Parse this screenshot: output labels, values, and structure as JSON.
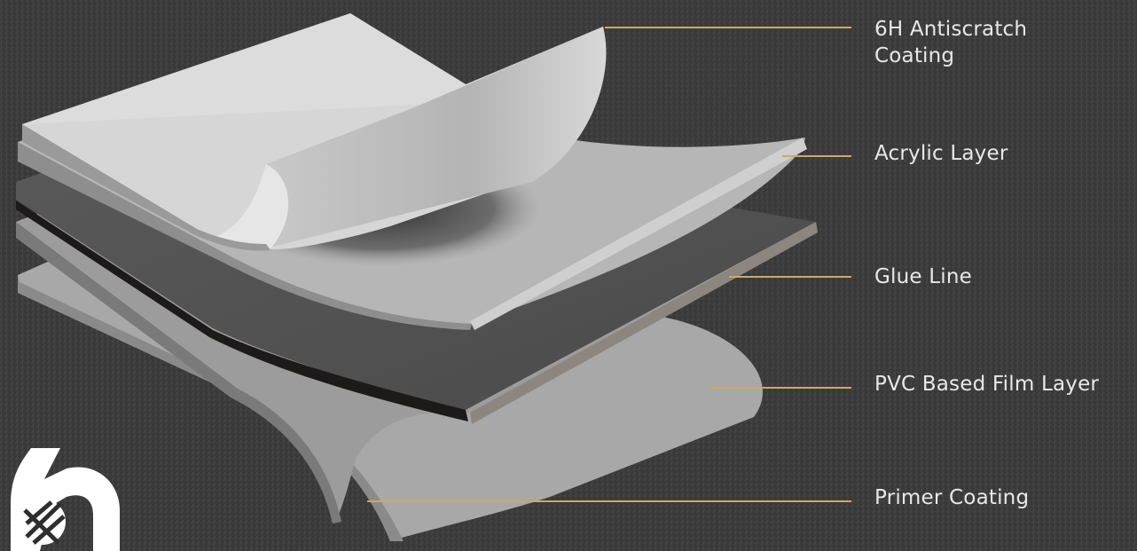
{
  "labels": {
    "antiscratch_line1": "6H Antiscratch",
    "antiscratch_line2": "Coating",
    "acrylic": "Acrylic Layer",
    "glue": "Glue Line",
    "pvc": "PVC Based Film Layer",
    "primer": "Primer Coating"
  },
  "colors": {
    "background": "#3d3d3d",
    "leader_line": "#c9a96b",
    "label_text": "#e8e8e8"
  },
  "logo": {
    "icon": "6h-logo-icon"
  }
}
